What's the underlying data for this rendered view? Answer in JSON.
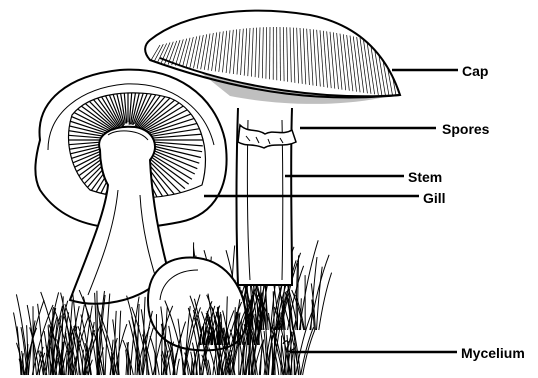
{
  "labels": {
    "cap": "Cap",
    "spores": "Spores",
    "stem": "Stem",
    "gill": "Gill",
    "mycelium": "Mycelium"
  },
  "colors": {
    "ink": "#000000",
    "paper": "#ffffff"
  }
}
